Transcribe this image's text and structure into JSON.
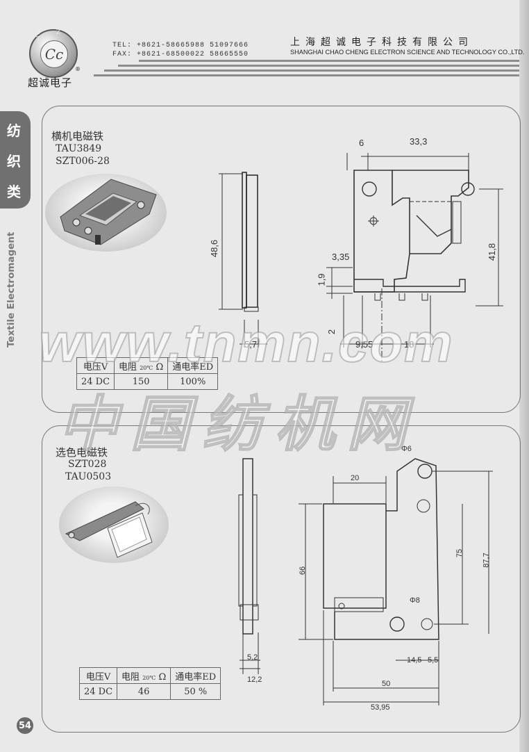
{
  "header": {
    "logo_ring_text": "S Z T",
    "logo_mark": "Cc",
    "registered": "®",
    "brand": "超诚电子",
    "tel": "TEL: +8621-58665988  51097666",
    "fax": "FAX: +8621-68500022  58665550",
    "company_cn": "上海超诚电子科技有限公司",
    "company_en": "SHANGHAI CHAO CHENG ELECTRON SCIENCE AND TECHNOLOGY CO.,LTD."
  },
  "side": {
    "chars": [
      "纺",
      "织",
      "类"
    ],
    "category_en": "Textile Electromagent"
  },
  "product1": {
    "title": "横机电磁铁",
    "models": [
      "TAU3849",
      "SZT006-28"
    ],
    "spec_headers": [
      "电压V",
      "电阻",
      "20℃",
      "Ω",
      "通电率ED"
    ],
    "spec_values": [
      "24 DC",
      "150",
      "100%"
    ],
    "dims": {
      "d6": "6",
      "d333": "33,3",
      "d486": "48,6",
      "d418": "41,8",
      "d335": "3,35",
      "d19": "1,9",
      "d2": "2",
      "d57": "5,7",
      "d955": "9,55",
      "d18": "18"
    }
  },
  "product2": {
    "title": "选色电磁铁",
    "models": [
      "SZT028",
      "TAU0503"
    ],
    "spec_headers": [
      "电压V",
      "电阻",
      "20℃",
      "Ω",
      "通电率ED"
    ],
    "spec_values": [
      "24 DC",
      "46",
      "50 %"
    ],
    "dims": {
      "phi6": "Φ6",
      "d20": "20",
      "d66": "66",
      "d75": "75",
      "d877": "87,7",
      "phi8": "Φ8",
      "d52": "5,2",
      "d122": "12,2",
      "d145": "14,5",
      "d55": "5,5",
      "d50": "50",
      "d5395": "53,95"
    }
  },
  "watermark": {
    "en": "www.tnmn.com",
    "cn": "中国纺机网"
  },
  "page_number": "54"
}
